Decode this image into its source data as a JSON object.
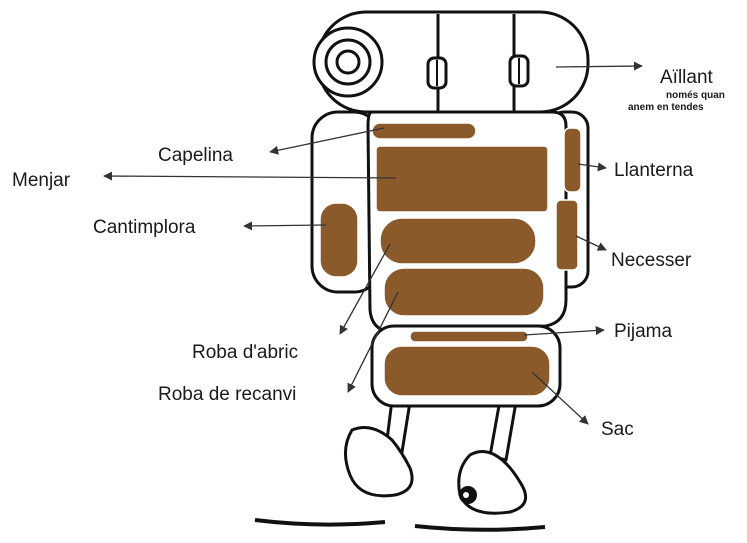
{
  "colors": {
    "item_fill": "#8b5a2b",
    "outline": "#111111",
    "arrow": "#333333"
  },
  "labels": {
    "aillant": "Aïllant",
    "aillant_note_1": "només quan",
    "aillant_note_2": "anem en tendes",
    "capelina": "Capelina",
    "menjar": "Menjar",
    "cantimplora": "Cantimplora",
    "roba_abric": "Roba d'abric",
    "roba_recanvi": "Roba de recanvi",
    "llanterna": "Llanterna",
    "necesser": "Necesser",
    "pijama": "Pijama",
    "sac": "Sac"
  }
}
